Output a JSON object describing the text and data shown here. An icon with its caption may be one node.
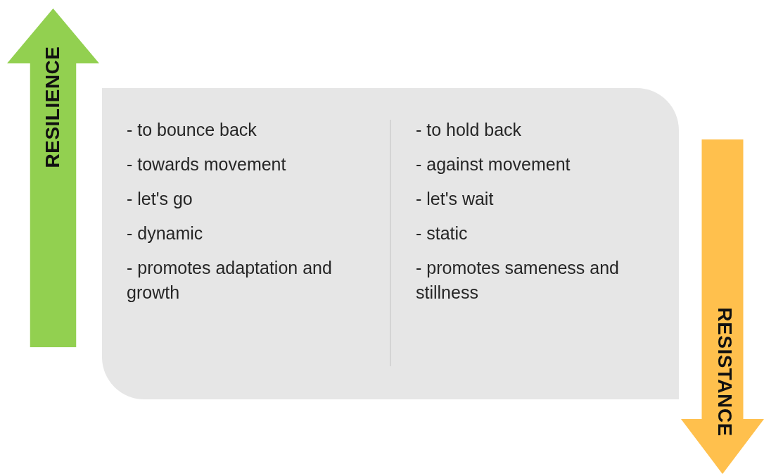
{
  "diagram": {
    "nodes": [
      {
        "text": [
          "RESILIENCE"
        ]
      },
      {
        "text": [
          "- to bounce back",
          "- towards movement",
          "- let's go",
          "- dynamic",
          "- promotes adaptation and growth",
          "- to hold back",
          "- against movement",
          "- let's wait",
          "- static",
          "- promotes sameness and stillness"
        ]
      },
      {
        "text": [
          "RESISTANCE"
        ]
      }
    ]
  }
}
